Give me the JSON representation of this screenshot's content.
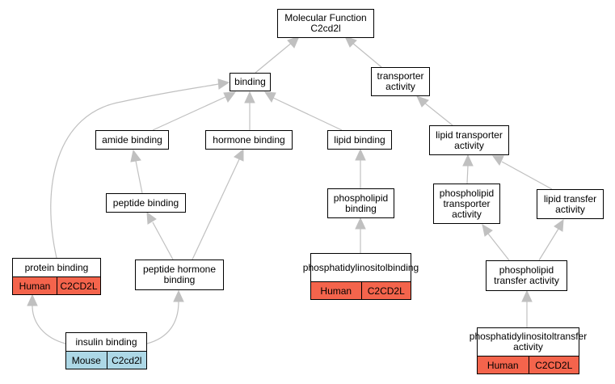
{
  "colors": {
    "edge": "#c0c0c0",
    "human": "#f4644c",
    "mouse": "#add8e6"
  },
  "nodes": {
    "root": {
      "line1": "Molecular Function",
      "line2": "C2cd2l"
    },
    "binding": {
      "label": "binding"
    },
    "transporter_activity": {
      "line1": "transporter",
      "line2": "activity"
    },
    "amide_binding": {
      "label": "amide binding"
    },
    "hormone_binding": {
      "label": "hormone binding"
    },
    "lipid_binding": {
      "label": "lipid binding"
    },
    "lipid_transporter_activity": {
      "line1": "lipid transporter",
      "line2": "activity"
    },
    "peptide_binding": {
      "label": "peptide binding"
    },
    "phospholipid_binding": {
      "line1": "phospholipid",
      "line2": "binding"
    },
    "phospholipid_transporter_activity": {
      "line1": "phospholipid",
      "line2": "transporter",
      "line3": "activity"
    },
    "lipid_transfer_activity": {
      "line1": "lipid transfer",
      "line2": "activity"
    },
    "protein_binding": {
      "label": "protein binding",
      "species": "Human",
      "gene": "C2CD2L"
    },
    "peptide_hormone_binding": {
      "line1": "peptide hormone",
      "line2": "binding"
    },
    "phosphatidylinositol_binding": {
      "line1": "phosphatidylinositol",
      "line2": "binding",
      "species": "Human",
      "gene": "C2CD2L"
    },
    "phospholipid_transfer_activity": {
      "line1": "phospholipid",
      "line2": "transfer activity"
    },
    "phosphatidylinositol_transfer_activity": {
      "line1": "phosphatidylinositol",
      "line2": "transfer activity",
      "species": "Human",
      "gene": "C2CD2L"
    },
    "insulin_binding": {
      "label": "insulin binding",
      "species": "Mouse",
      "gene": "C2cd2l"
    }
  }
}
